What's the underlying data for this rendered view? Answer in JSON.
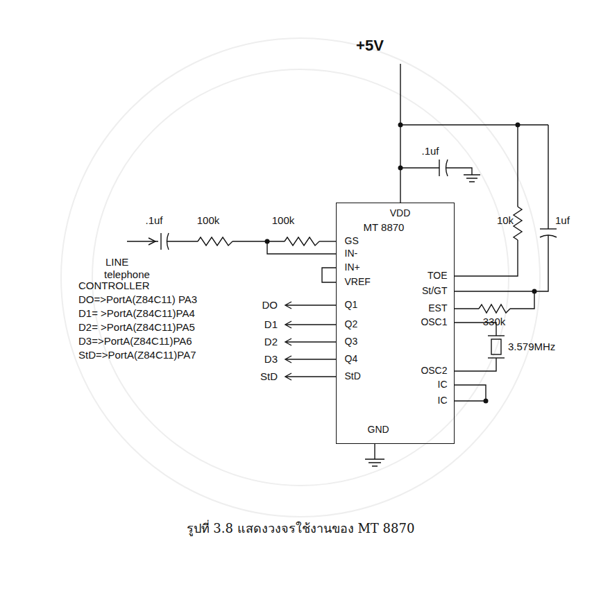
{
  "diagram": {
    "caption": "รูปที่ 3.8 แสดงวงจรใช้งานของ MT 8870",
    "nodes": [
      {
        "text": [
          "VDD",
          "MT 8870",
          "GS",
          "IN-",
          "IN+",
          "VREF",
          "Q1",
          "Q2",
          "Q3",
          "Q4",
          "StD",
          "TOE",
          "St/GT",
          "EST",
          "OSC1",
          "OSC2",
          "IC",
          "IC",
          "GND"
        ]
      }
    ],
    "labels": [
      "+5V",
      ".1uf",
      ".1uf",
      "100k",
      "100k",
      "10k",
      "1uf",
      "330k",
      "3.579MHz",
      "LINE",
      "telephone",
      "CONTROLLER",
      "DO=>PortA(Z84C11) PA3",
      "D1= >PortA(Z84C11)PA4",
      "D2= >PortA(Z84C11)PA5",
      "D3=>PortA(Z84C11)PA6",
      "StD=>PortA(Z84C11)PA7",
      "DO",
      "D1",
      "D2",
      "D3",
      "StD"
    ]
  }
}
